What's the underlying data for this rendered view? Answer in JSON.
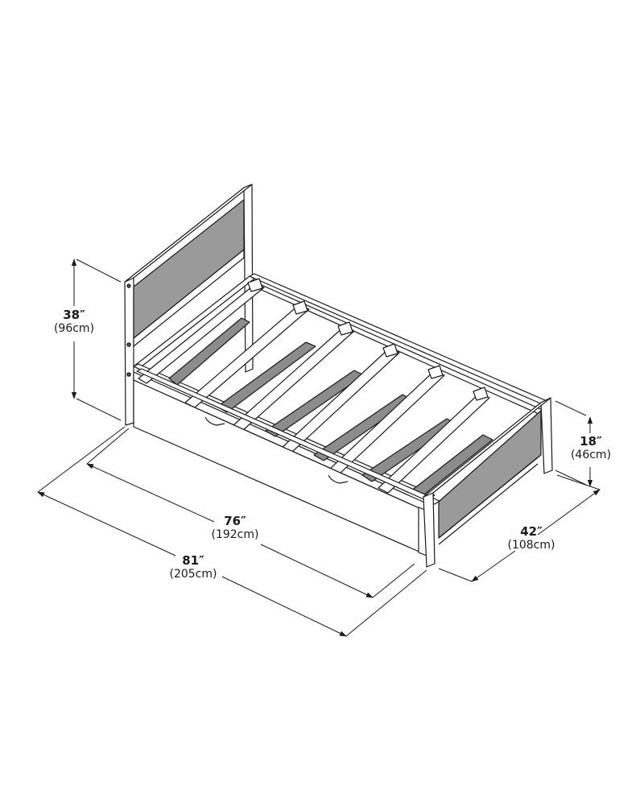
{
  "diagram": {
    "subject": "Twin bed frame with trundle drawer — dimension drawing",
    "colors": {
      "line": "#1a1a1a",
      "panel": "#9a9a9a",
      "slat_shadow": "#8c8c8c",
      "wood": "#ffffff",
      "background": "#ffffff"
    },
    "dimensions": {
      "headboard_height": {
        "imperial": "38″",
        "metric": "(96cm)"
      },
      "footboard_height": {
        "imperial": "18″",
        "metric": "(46cm)"
      },
      "inner_length": {
        "imperial": "76″",
        "metric": "(192cm)"
      },
      "overall_length": {
        "imperial": "81″",
        "metric": "(205cm)"
      },
      "overall_width": {
        "imperial": "42″",
        "metric": "(108cm)"
      }
    }
  }
}
